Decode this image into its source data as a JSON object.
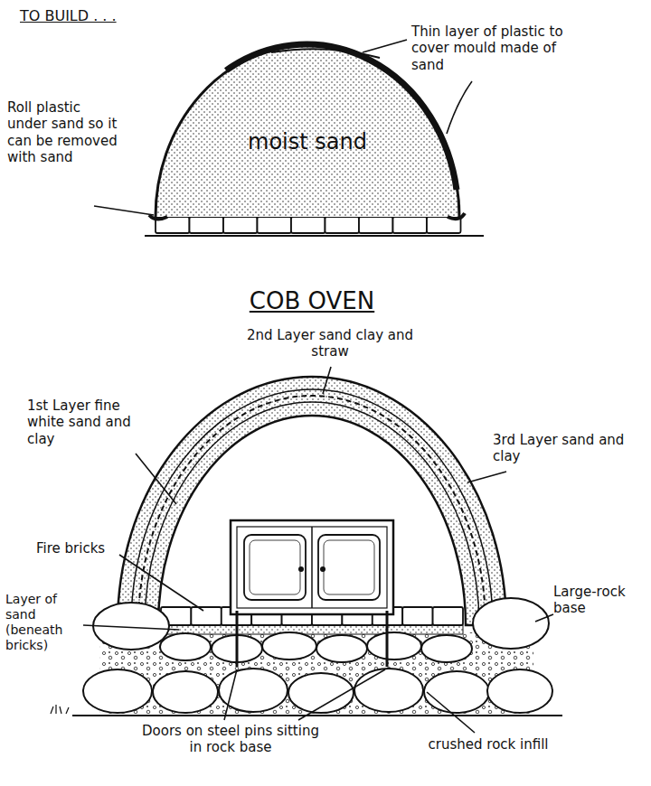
{
  "diagram": {
    "title": "COB OVEN",
    "labels": [
      "TO BUILD . . .",
      "Thin layer of plastic to cover mould made of sand",
      "moist sand",
      "Roll plastic under sand so it can be removed with sand",
      "2nd Layer sand clay and straw",
      "1st Layer fine white sand and clay",
      "3rd Layer sand and clay",
      "Fire bricks",
      "Layer of sand (beneath bricks)",
      "Large-rock base",
      "Doors on steel pins sitting in rock base",
      "crushed rock infill"
    ]
  }
}
